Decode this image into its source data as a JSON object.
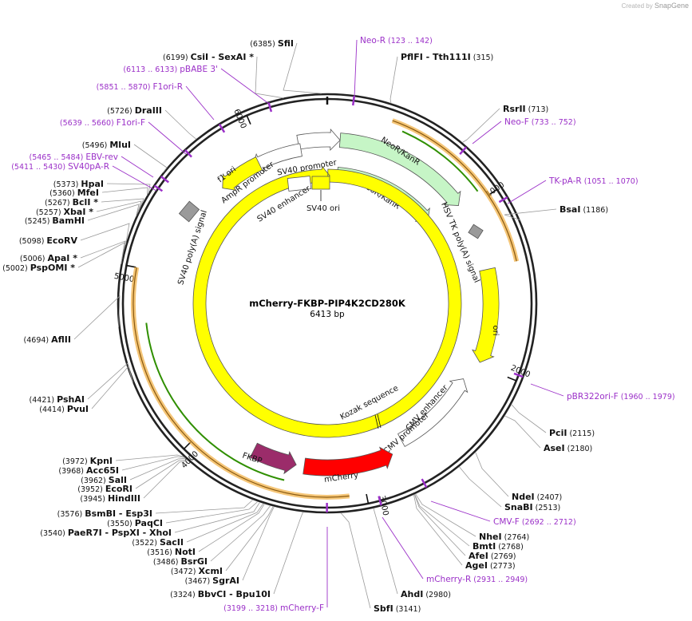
{
  "header": {
    "created_by": "Created by",
    "brand": "SnapGene"
  },
  "plasmid": {
    "name": "mCherry-FKBP-PIP4K2CD280K",
    "length_label": "6413 bp",
    "length": 6413
  },
  "ticks": [
    {
      "pos": 1000,
      "label": "1000"
    },
    {
      "pos": 2000,
      "label": "2000"
    },
    {
      "pos": 3000,
      "label": "3000"
    },
    {
      "pos": 4000,
      "label": "4000"
    },
    {
      "pos": 5000,
      "label": "5000"
    },
    {
      "pos": 6000,
      "label": "6000"
    }
  ],
  "colors": {
    "neo": "#c6f5c6",
    "ori": "#ffff00",
    "mcherry": "#ff0000",
    "fkbp": "#9b2c6a",
    "promoter": "#ffffff",
    "polya": "#9a9a9a",
    "ampr_band": "#f0a830",
    "primer": "#9b30c8"
  },
  "sites": [
    {
      "name": "SfiI",
      "pos_label": "(6385)",
      "side": "left"
    },
    {
      "name": "CsiI  -  SexAI *",
      "pos_label": "(6199)",
      "side": "left"
    },
    {
      "name": "DraIII",
      "pos_label": "(5726)",
      "side": "left"
    },
    {
      "name": "MluI",
      "pos_label": "(5496)",
      "side": "left"
    },
    {
      "name": "HpaI",
      "pos_label": "(5373)",
      "side": "left"
    },
    {
      "name": "MfeI",
      "pos_label": "(5360)",
      "side": "left"
    },
    {
      "name": "BclI *",
      "pos_label": "(5267)",
      "side": "left"
    },
    {
      "name": "XbaI *",
      "pos_label": "(5257)",
      "side": "left"
    },
    {
      "name": "BamHI",
      "pos_label": "(5245)",
      "side": "left"
    },
    {
      "name": "EcoRV",
      "pos_label": "(5098)",
      "side": "left"
    },
    {
      "name": "ApaI *",
      "pos_label": "(5006)",
      "side": "left"
    },
    {
      "name": "PspOMI *",
      "pos_label": "(5002)",
      "side": "left"
    },
    {
      "name": "AflII",
      "pos_label": "(4694)",
      "side": "left"
    },
    {
      "name": "PshAI",
      "pos_label": "(4421)",
      "side": "left"
    },
    {
      "name": "PvuI",
      "pos_label": "(4414)",
      "side": "left"
    },
    {
      "name": "KpnI",
      "pos_label": "(3972)",
      "side": "left"
    },
    {
      "name": "Acc65I",
      "pos_label": "(3968)",
      "side": "left"
    },
    {
      "name": "SalI",
      "pos_label": "(3962)",
      "side": "left"
    },
    {
      "name": "EcoRI",
      "pos_label": "(3952)",
      "side": "left"
    },
    {
      "name": "HindIII",
      "pos_label": "(3945)",
      "side": "left"
    },
    {
      "name": "BsmBI  -  Esp3I",
      "pos_label": "(3576)",
      "side": "left"
    },
    {
      "name": "PaqCI",
      "pos_label": "(3550)",
      "side": "left"
    },
    {
      "name": "PaeR7I  -  PspXI  -  XhoI",
      "pos_label": "(3540)",
      "side": "left"
    },
    {
      "name": "SacII",
      "pos_label": "(3522)",
      "side": "left"
    },
    {
      "name": "NotI",
      "pos_label": "(3516)",
      "side": "left"
    },
    {
      "name": "BsrGI",
      "pos_label": "(3486)",
      "side": "left"
    },
    {
      "name": "XcmI",
      "pos_label": "(3472)",
      "side": "left"
    },
    {
      "name": "SgrAI",
      "pos_label": "(3467)",
      "side": "left"
    },
    {
      "name": "BbvCI  -  Bpu10I",
      "pos_label": "(3324)",
      "side": "left"
    },
    {
      "name": "PflFI  -  Tth111I",
      "pos_label": "(315)",
      "side": "right"
    },
    {
      "name": "RsrII",
      "pos_label": "(713)",
      "side": "right"
    },
    {
      "name": "BsaI",
      "pos_label": "(1186)",
      "side": "right"
    },
    {
      "name": "PciI",
      "pos_label": "(2115)",
      "side": "right"
    },
    {
      "name": "AseI",
      "pos_label": "(2180)",
      "side": "right"
    },
    {
      "name": "NdeI",
      "pos_label": "(2407)",
      "side": "right"
    },
    {
      "name": "SnaBI",
      "pos_label": "(2513)",
      "side": "right"
    },
    {
      "name": "NheI",
      "pos_label": "(2764)",
      "side": "right"
    },
    {
      "name": "BmtI",
      "pos_label": "(2768)",
      "side": "right"
    },
    {
      "name": "AfeI",
      "pos_label": "(2769)",
      "side": "right"
    },
    {
      "name": "AgeI",
      "pos_label": "(2773)",
      "side": "right"
    },
    {
      "name": "AhdI",
      "pos_label": "(2980)",
      "side": "right"
    },
    {
      "name": "SbfI",
      "pos_label": "(3141)",
      "side": "right"
    }
  ],
  "primers": [
    {
      "name": "Neo-R",
      "range": "(123 .. 142)"
    },
    {
      "name": "pBABE 3'",
      "range": "(6113 .. 6133)"
    },
    {
      "name": "F1ori-R",
      "range": "(5851 .. 5870)"
    },
    {
      "name": "F1ori-F",
      "range": "(5639 .. 5660)"
    },
    {
      "name": "EBV-rev",
      "range": "(5465 .. 5484)"
    },
    {
      "name": "SV40pA-R",
      "range": "(5411 .. 5430)"
    },
    {
      "name": "Neo-F",
      "range": "(733 .. 752)"
    },
    {
      "name": "TK-pA-R",
      "range": "(1051 .. 1070)"
    },
    {
      "name": "pBR322ori-F",
      "range": "(1960 .. 1979)"
    },
    {
      "name": "CMV-F",
      "range": "(2692 .. 2712)"
    },
    {
      "name": "mCherry-R",
      "range": "(2931 .. 2949)"
    },
    {
      "name": "mCherry-F",
      "range": "(3199 .. 3218)"
    }
  ],
  "features": [
    {
      "name": "NeoR/KanR"
    },
    {
      "name": "NeoR/KanR"
    },
    {
      "name": "SV40 promoter"
    },
    {
      "name": "AmpR promoter"
    },
    {
      "name": "f1 ori"
    },
    {
      "name": "SV40 enhancer"
    },
    {
      "name": "SV40 ori"
    },
    {
      "name": "HSV TK poly(A) signal"
    },
    {
      "name": "SV40 poly(A) signal"
    },
    {
      "name": "ori"
    },
    {
      "name": "CMV enhancer"
    },
    {
      "name": "CMV promoter"
    },
    {
      "name": "Kozak sequence"
    },
    {
      "name": "mCherry"
    },
    {
      "name": "FKBP"
    }
  ]
}
